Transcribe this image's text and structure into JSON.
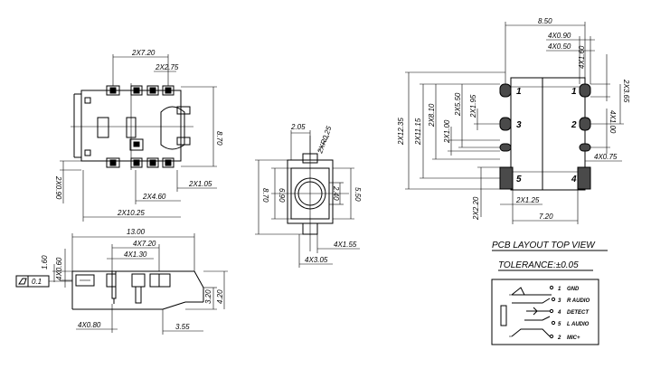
{
  "front_view": {
    "dim_top_2x720": "2X7.20",
    "dim_top_2x275": "2X2.75",
    "dim_right_870": "8.70",
    "dim_left_2x090": "2X0.90",
    "dim_2x105": "2X1.05",
    "dim_2x460": "2X4.60",
    "dim_2x1025": "2X10.25"
  },
  "side_view": {
    "dim_205": "2.05",
    "dim_2xr025": "2XR0.25",
    "dim_870": "8.70",
    "dim_690": "6.90",
    "dim_240": "2.40",
    "dim_550": "5.50",
    "dim_4x155": "4X1.55",
    "dim_4x305": "4X3.05"
  },
  "bottom_view": {
    "dim_1300": "13.00",
    "dim_4x720": "4X7.20",
    "dim_4x130": "4X1.30",
    "dim_160": "1.60",
    "dim_4x060": "4X0.60",
    "dim_320": "3.20",
    "dim_420": "4.20",
    "dim_4x080": "4X0.80",
    "dim_355": "3.55",
    "flatness": "0.1"
  },
  "pcb_layout": {
    "dim_850": "8.50",
    "dim_4x090": "4X0.90",
    "dim_4x050": "4X0.50",
    "dim_4x160": "4X1.60",
    "dim_2x365": "2X3.65",
    "dim_4x100": "4X1.00",
    "dim_4x075": "4X0.75",
    "dim_2x1235": "2X12.35",
    "dim_2x1115": "2X11.15",
    "dim_2x810": "2X8.10",
    "dim_2x550": "2X5.50",
    "dim_2x195": "2X1.95",
    "dim_2x100": "2X1.00",
    "dim_2x220": "2X2.20",
    "dim_2x125": "2X1.25",
    "dim_720": "7.20",
    "pin_1_left": "1",
    "pin_3": "3",
    "pin_5": "5",
    "pin_1_right": "1",
    "pin_2": "2",
    "pin_4": "4",
    "title": "PCB LAYOUT TOP VIEW",
    "tolerance": "TOLERANCE:±0.05"
  },
  "schematic": {
    "pins": [
      {
        "num": "1",
        "signal": "GND"
      },
      {
        "num": "3",
        "signal": "R AUDIO"
      },
      {
        "num": "4",
        "signal": "DETECT"
      },
      {
        "num": "5",
        "signal": "L AUDIO"
      },
      {
        "num": "2",
        "signal": "MIC+"
      }
    ]
  }
}
